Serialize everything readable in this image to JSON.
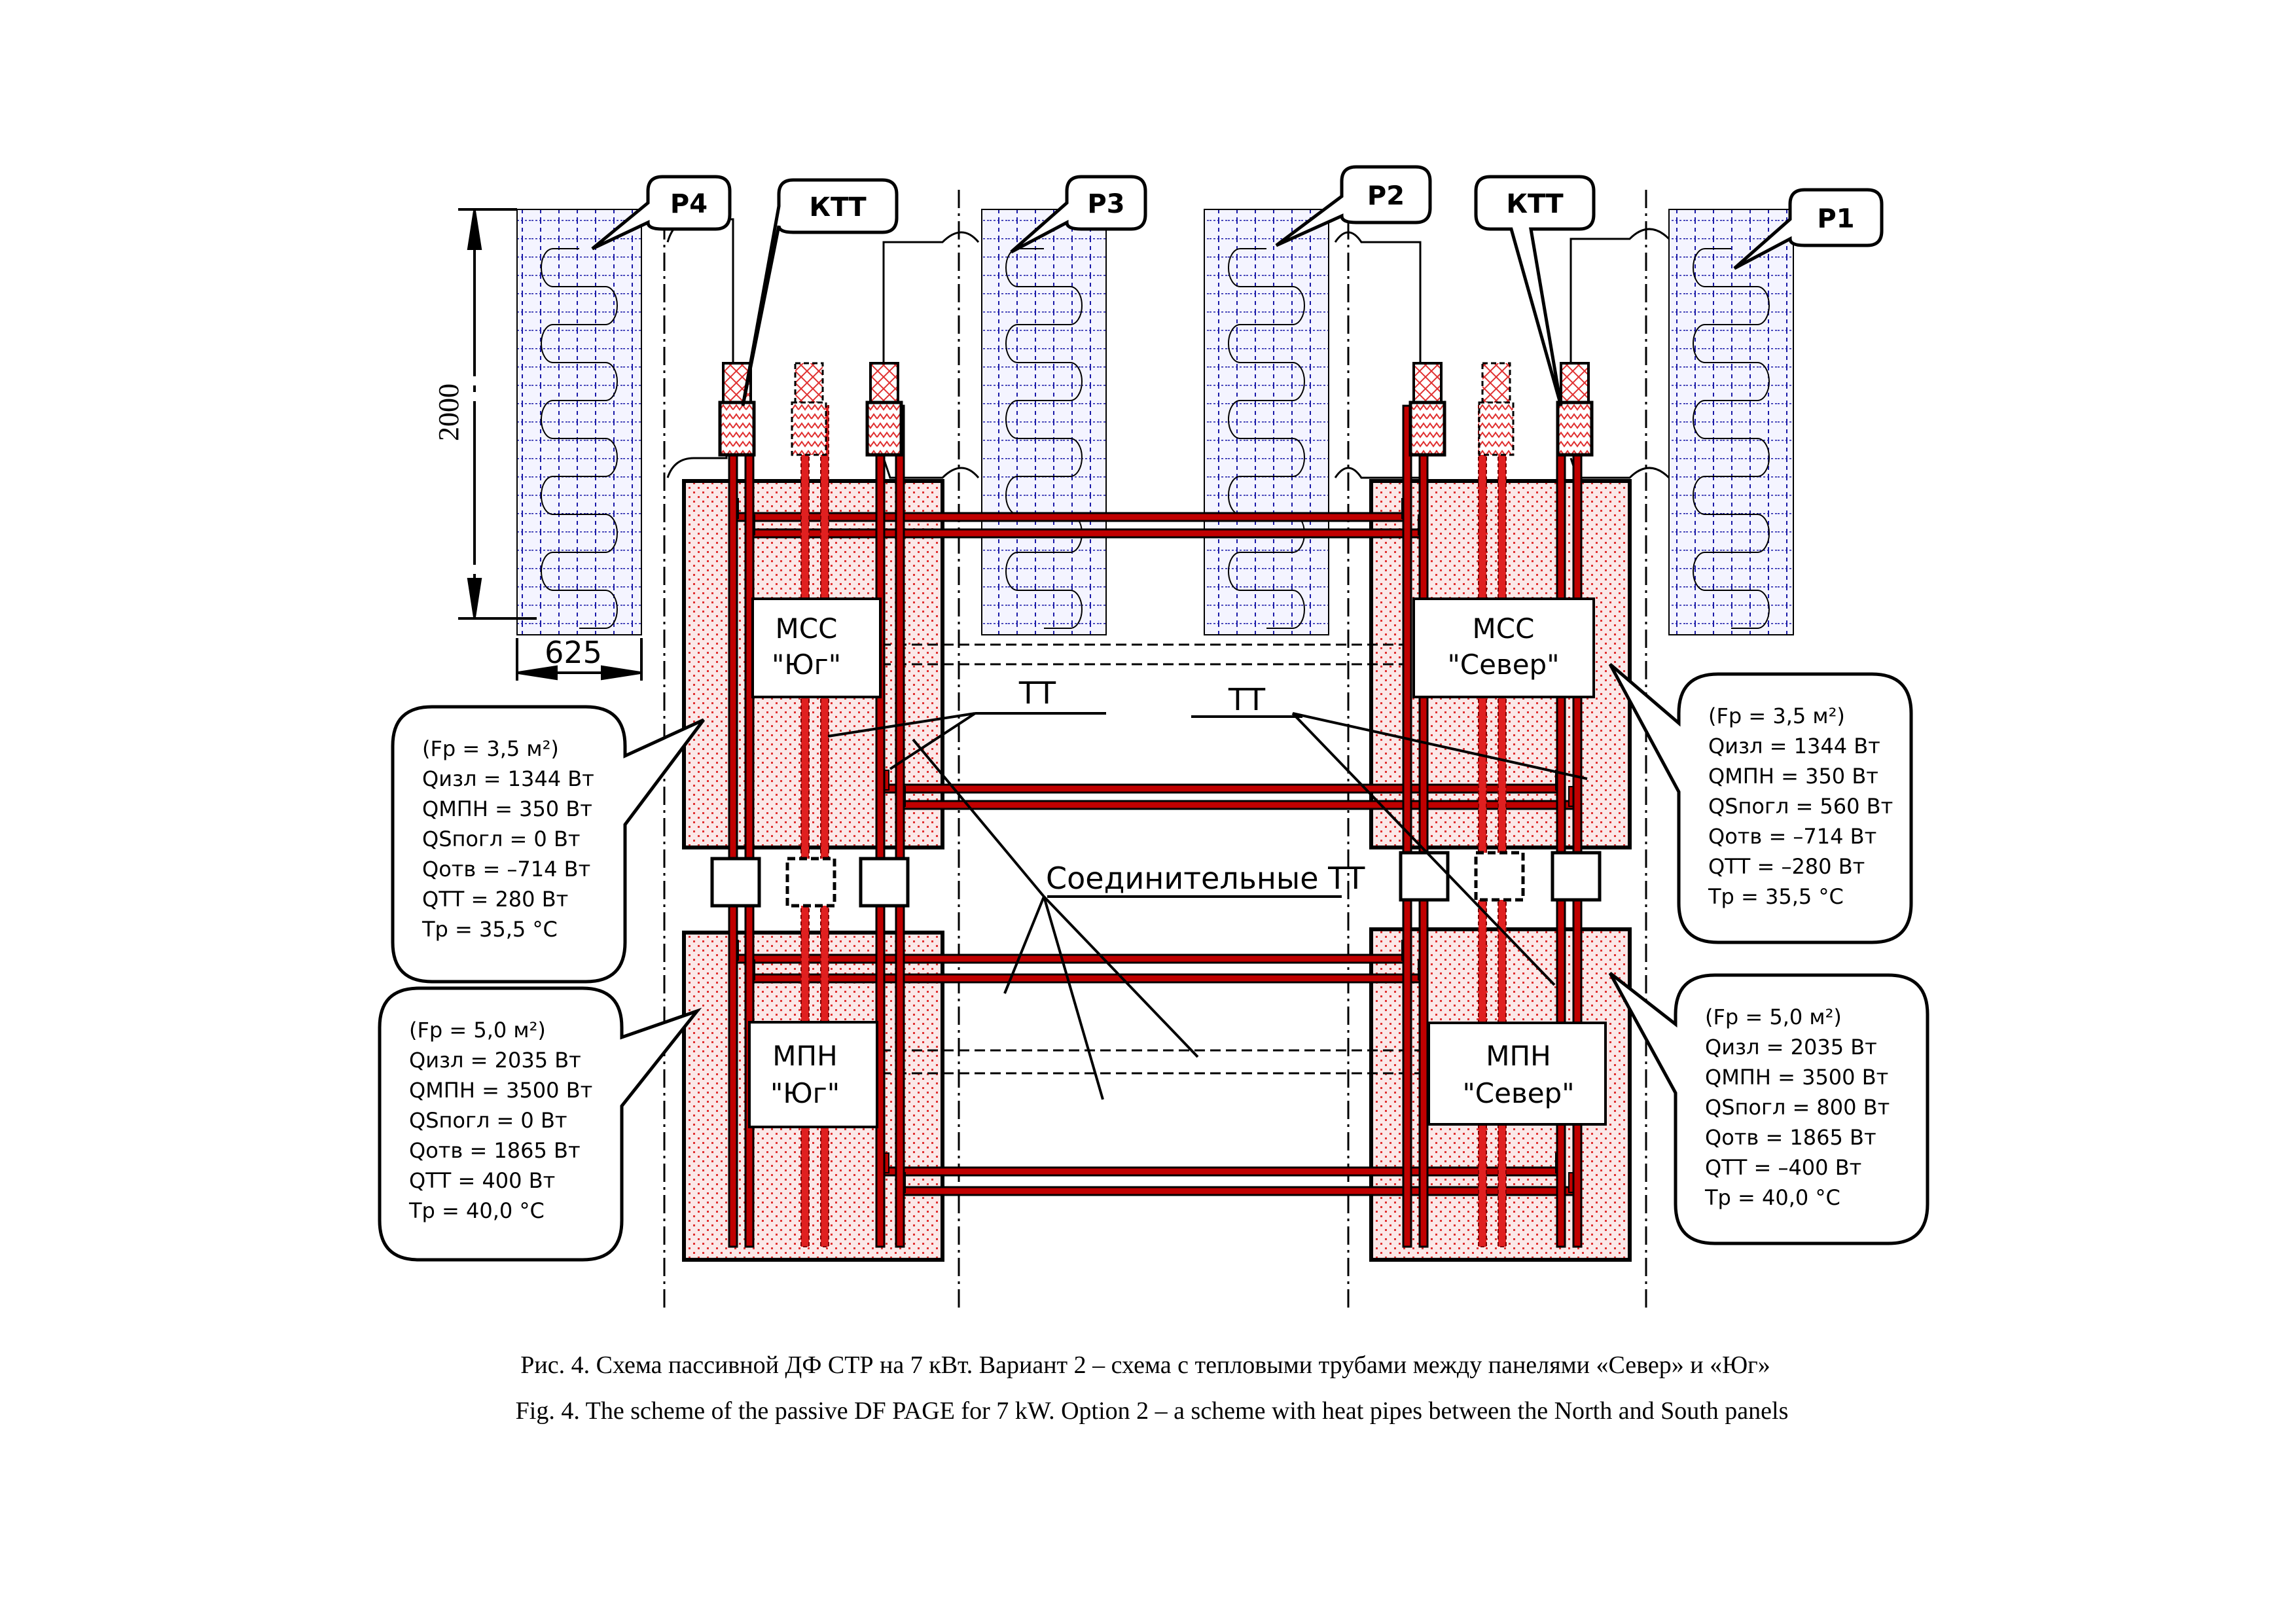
{
  "figure": {
    "dimensions": {
      "height": "2000",
      "width": "625"
    },
    "callouts": {
      "p4": "P4",
      "p3": "P3",
      "p2": "P2",
      "p1": "P1",
      "ktt_left": "КТТ",
      "ktt_right": "КТТ"
    },
    "modules": {
      "mcc_south": {
        "line1": "МСС",
        "line2": "\"Юг\""
      },
      "mcc_north": {
        "line1": "МСС",
        "line2": "\"Север\""
      },
      "mpn_south": {
        "line1": "МПН",
        "line2": "\"Юг\""
      },
      "mpn_north": {
        "line1": "МПН",
        "line2": "\"Север\""
      }
    },
    "labels": {
      "tt_left": "ТТ",
      "tt_right": "ТТ",
      "connecting_tt": "Соединительные ТТ"
    },
    "info_boxes": [
      {
        "id": "mcc_south",
        "lines": [
          "(Fр = 3,5 м²)",
          "Qизл = 1344 Вт",
          "QМПН = 350 Вт",
          "QSпогл = 0 Вт",
          "Qотв = –714 Вт",
          "QТТ = 280 Вт",
          "Tр = 35,5 °C"
        ]
      },
      {
        "id": "mpn_south",
        "lines": [
          "(Fр = 5,0 м²)",
          "Qизл = 2035 Вт",
          "QМПН = 3500 Вт",
          "QSпогл = 0 Вт",
          "Qотв = 1865 Вт",
          "QТТ = 400 Вт",
          "Tр = 40,0 °C"
        ]
      },
      {
        "id": "mcc_north",
        "lines": [
          "(Fр = 3,5 м²)",
          "Qизл = 1344 Вт",
          "QМПН = 350 Вт",
          "QSпогл = 560 Вт",
          "Qотв = –714 Вт",
          "QТТ = –280 Вт",
          "Tр = 35,5 °C"
        ]
      },
      {
        "id": "mpn_north",
        "lines": [
          "(Fр = 5,0 м²)",
          "Qизл = 2035 Вт",
          "QМПН = 3500 Вт",
          "QSпогл = 800 Вт",
          "Qотв = 1865 Вт",
          "QТТ = –400 Вт",
          "Tр = 40,0 °C"
        ]
      }
    ],
    "caption": {
      "ru": "Рис. 4. Схема пассивной ДФ СТР на 7 кВт. Вариант 2 – схема с тепловыми трубами между панелями «Север» и «Юг»",
      "en": "Fig. 4. The scheme of the passive DF PAGE for 7 kW. Option 2 – a scheme with heat pipes between the North and South panels"
    },
    "colors": {
      "radiator_grid": "#1a1aa8",
      "heat_pipe": "#c00000",
      "pipe_outline": "#000000",
      "panel_fill": "#f6d6d6",
      "dots": "#e03030"
    }
  }
}
